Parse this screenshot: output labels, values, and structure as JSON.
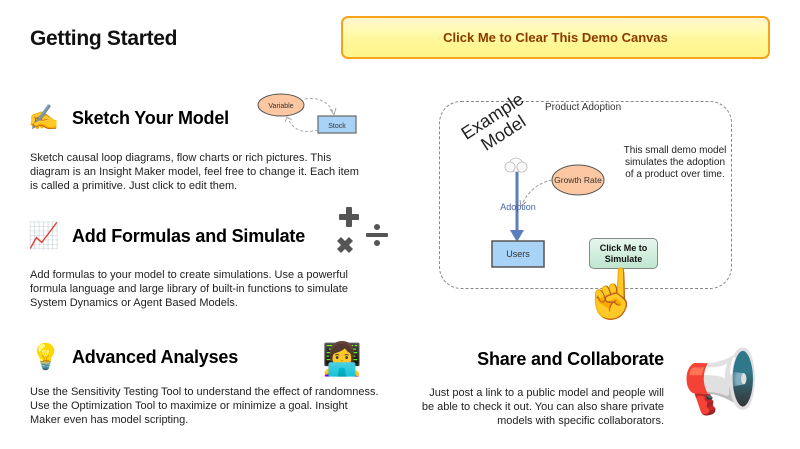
{
  "page": {
    "title": "Getting Started"
  },
  "toolbar": {
    "clear_canvas_label": "Click Me to Clear This Demo Canvas"
  },
  "sections": [
    {
      "icon": "writing-hand-icon",
      "icon_glyph": "✍️",
      "title": "Sketch Your Model",
      "text": "Sketch causal loop diagrams, flow charts or rich pictures. This diagram is an Insight Maker model, feel free to change it. Each item is called a primitive. Just click to edit them.",
      "diagram": {
        "variable_label": "Variable",
        "stock_label": "Stock"
      }
    },
    {
      "icon": "chart-increasing-icon",
      "icon_glyph": "📈",
      "title": "Add Formulas and Simulate",
      "text": "Add formulas to your model to create simulations. Use a powerful formula language and large library of built-in functions to simulate System Dynamics or Agent Based Models.",
      "side_icon": "math-operators-icon"
    },
    {
      "icon": "light-bulb-icon",
      "icon_glyph": "💡",
      "title": "Advanced Analyses",
      "text": "Use the Sensitivity Testing Tool to understand the effect of randomness. Use the Optimization Tool to maximize or minimize a goal. Insight Maker even has model scripting.",
      "side_icon": "technologist-chart-icon",
      "side_icon_glyph": "👩‍💻"
    },
    {
      "icon": "megaphone-icon",
      "icon_glyph": "📢",
      "title": "Share and Collaborate",
      "text": "Just post a link to a public model and people will be able to check it out. You can also share private models with specific collaborators."
    }
  ],
  "example_model": {
    "frame_title": "Product Adoption",
    "label": "Example Model",
    "description": "This small demo model simulates the adoption of a product over time.",
    "growth_rate_label": "Growth Rate",
    "flow_label": "Adoption",
    "stock_label": "Users",
    "simulate_button_label": "Click Me to Simulate",
    "pointer_glyph": "☝️"
  },
  "colors": {
    "button_border": "#f7a21b",
    "button_text": "#8a3a00",
    "variable_fill": "#fcc7a1",
    "stock_fill": "#a8d3f7",
    "flow_color": "#5b7dbf",
    "simulate_fill": "#c9ecd8"
  }
}
